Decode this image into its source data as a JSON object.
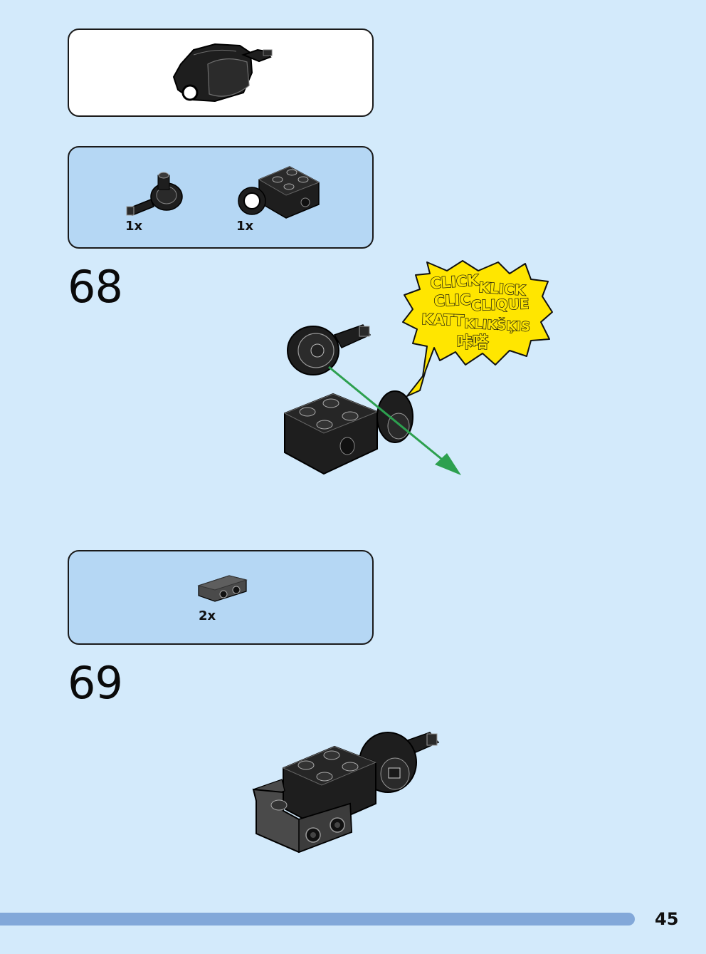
{
  "parts_box_1": {
    "items": [
      {
        "qty": "1x"
      },
      {
        "qty": "1x"
      }
    ]
  },
  "step_68": {
    "number": "68"
  },
  "sound_burst": {
    "lines": [
      "CLICK",
      "KLICK",
      "CLIC",
      "CLIQUE",
      "KATT",
      "KLIKŠĶIS",
      "咔嗒"
    ]
  },
  "parts_box_2": {
    "items": [
      {
        "qty": "2x"
      }
    ]
  },
  "step_69": {
    "number": "69"
  },
  "page": {
    "number": "45"
  },
  "colors": {
    "background": "#d3eafb",
    "parts_box": "#b5d7f4",
    "arrow": "#2da04f",
    "burst": "#ffe600",
    "footer_bar": "#82a8d9",
    "brick": "#1e1e1e"
  }
}
